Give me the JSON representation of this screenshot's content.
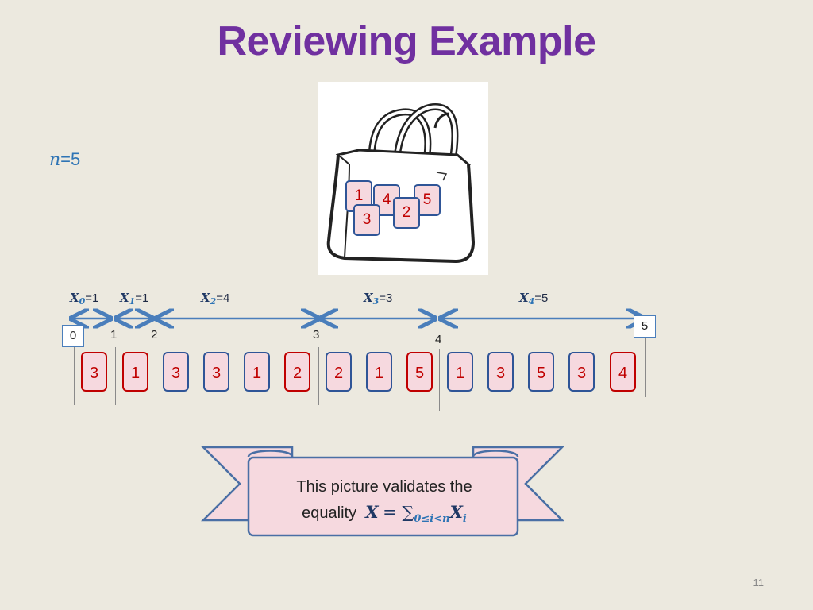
{
  "title": "Reviewing Example",
  "n_label": {
    "var": "n",
    "rest": "=5"
  },
  "bag_cards": [
    "1",
    "4",
    "5",
    "2",
    "3"
  ],
  "x_labels": [
    {
      "var": "X",
      "sub": "0",
      "val": "=1"
    },
    {
      "var": "X",
      "sub": "1",
      "val": "=1"
    },
    {
      "var": "X",
      "sub": "2",
      "val": "=4"
    },
    {
      "var": "X",
      "sub": "3",
      "val": "=3"
    },
    {
      "var": "X",
      "sub": "4",
      "val": "=5"
    }
  ],
  "indices": [
    "0",
    "1",
    "2",
    "3",
    "4",
    "5"
  ],
  "sequence": [
    "3",
    "1",
    "3",
    "3",
    "1",
    "2",
    "2",
    "1",
    "5",
    "1",
    "3",
    "5",
    "3",
    "4"
  ],
  "highlighted": [
    0,
    1,
    5,
    8,
    13
  ],
  "banner": {
    "line1": "This picture validates the",
    "line2": "equality",
    "eq_lhs": "X",
    "eq_op": "= ∑",
    "eq_sub": "0≤i<n",
    "eq_term": "X",
    "eq_term_sub": "i"
  },
  "page_number": "11",
  "colors": {
    "title": "#7030a0",
    "card_fill": "#f6d9df",
    "card_border": "#2f5597",
    "card_highlight": "#c00000",
    "arrow": "#4a7ebb",
    "banner_fill": "#f6d9df",
    "banner_border": "#4a6fa5"
  }
}
